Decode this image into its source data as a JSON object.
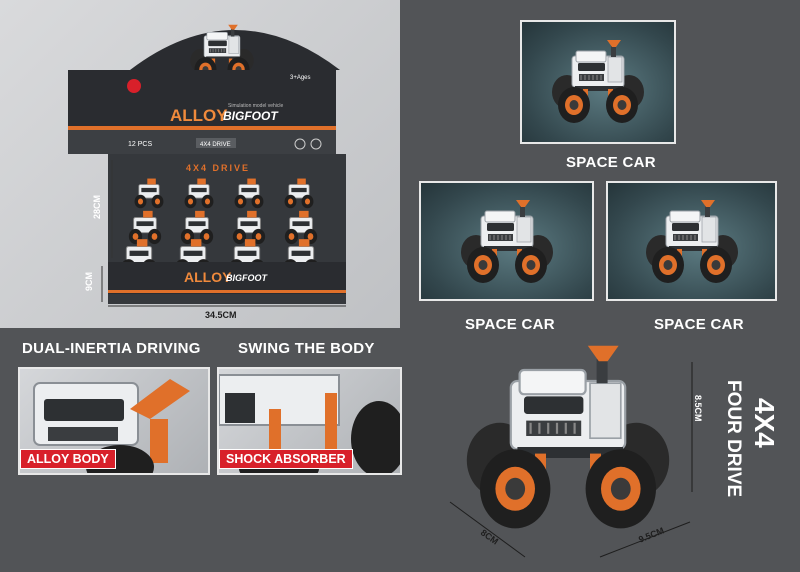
{
  "display_box": {
    "brand_word": "ALLOY",
    "brand_script": "BIGFOOT",
    "subtitle": "Simulation model vehicle",
    "age": "3+Ages",
    "count": "12 PCS",
    "drive_badge": "4X4 DRIVE",
    "tray_title": "4X4 DRIVE",
    "front_brand_word": "ALLOY",
    "front_brand_script": "BIGFOOT",
    "dim_height": "28CM",
    "dim_depth": "9CM",
    "dim_width": "34.5CM"
  },
  "products": [
    {
      "label": "SPACE CAR"
    },
    {
      "label": "SPACE CAR"
    },
    {
      "label": "SPACE CAR"
    }
  ],
  "features": [
    {
      "heading": "DUAL-INERTIA DRIVING",
      "label": "ALLOY BODY"
    },
    {
      "heading": "SWING THE BODY",
      "label": "SHOCK ABSORBER"
    }
  ],
  "main_product": {
    "dim_height": "8.5CM",
    "dim_length": "8CM",
    "dim_width": "9.5CM",
    "drive_big": "4X4",
    "drive_text": "FOUR DRIVE"
  },
  "colors": {
    "accent_orange": "#e0702a",
    "label_red": "#d8202a",
    "background": "#525457"
  }
}
